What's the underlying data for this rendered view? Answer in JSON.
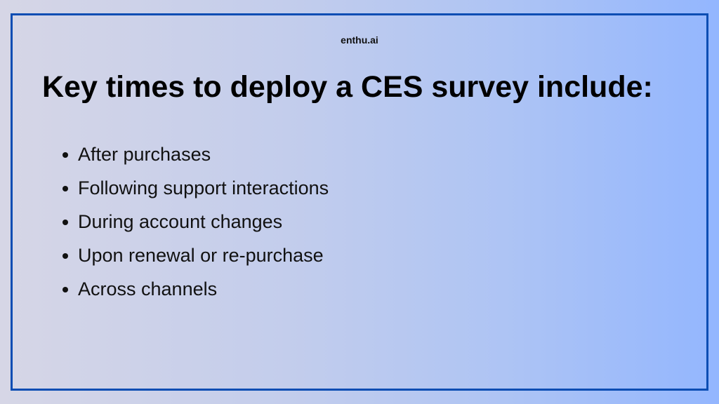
{
  "slide": {
    "brand": "enthu.ai",
    "title": "Key times to deploy a CES survey include:",
    "bullets": [
      "After purchases",
      "Following support interactions",
      "During account changes",
      "Upon renewal or re-purchase",
      "Across channels"
    ],
    "colors": {
      "border": "#0a4db3",
      "gradient_left": "#d6d6e6",
      "gradient_right": "#93b6fe",
      "text": "#000000"
    }
  }
}
